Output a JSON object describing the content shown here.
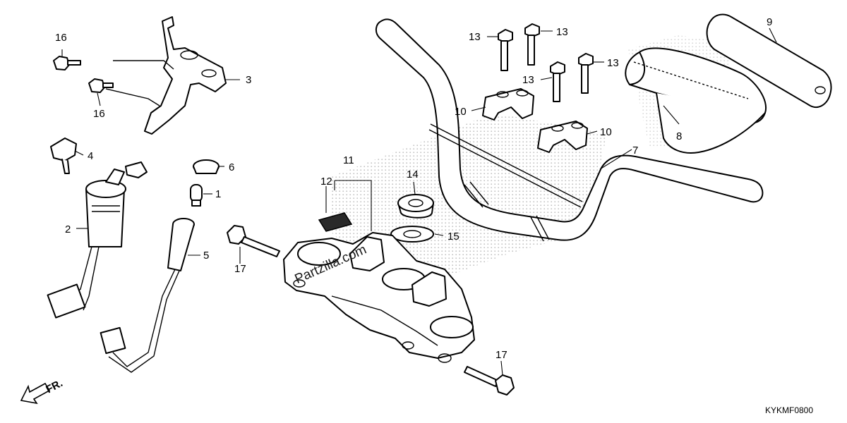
{
  "diagram": {
    "drawing_code": "KYKMF0800",
    "watermark": "Partzilla.com",
    "front_marker": "FR.",
    "callouts": {
      "c1": "1",
      "c2": "2",
      "c3": "3",
      "c4": "4",
      "c5": "5",
      "c6": "6",
      "c7": "7",
      "c8": "8",
      "c9": "9",
      "c10a": "10",
      "c10b": "10",
      "c11": "11",
      "c12": "12",
      "c13a": "13",
      "c13b": "13",
      "c13c": "13",
      "c13d": "13",
      "c14": "14",
      "c15": "15",
      "c16a": "16",
      "c16b": "16",
      "c17a": "17",
      "c17b": "17"
    },
    "colors": {
      "line": "#000000",
      "background": "#ffffff",
      "shading": "#9a9a9a"
    }
  }
}
